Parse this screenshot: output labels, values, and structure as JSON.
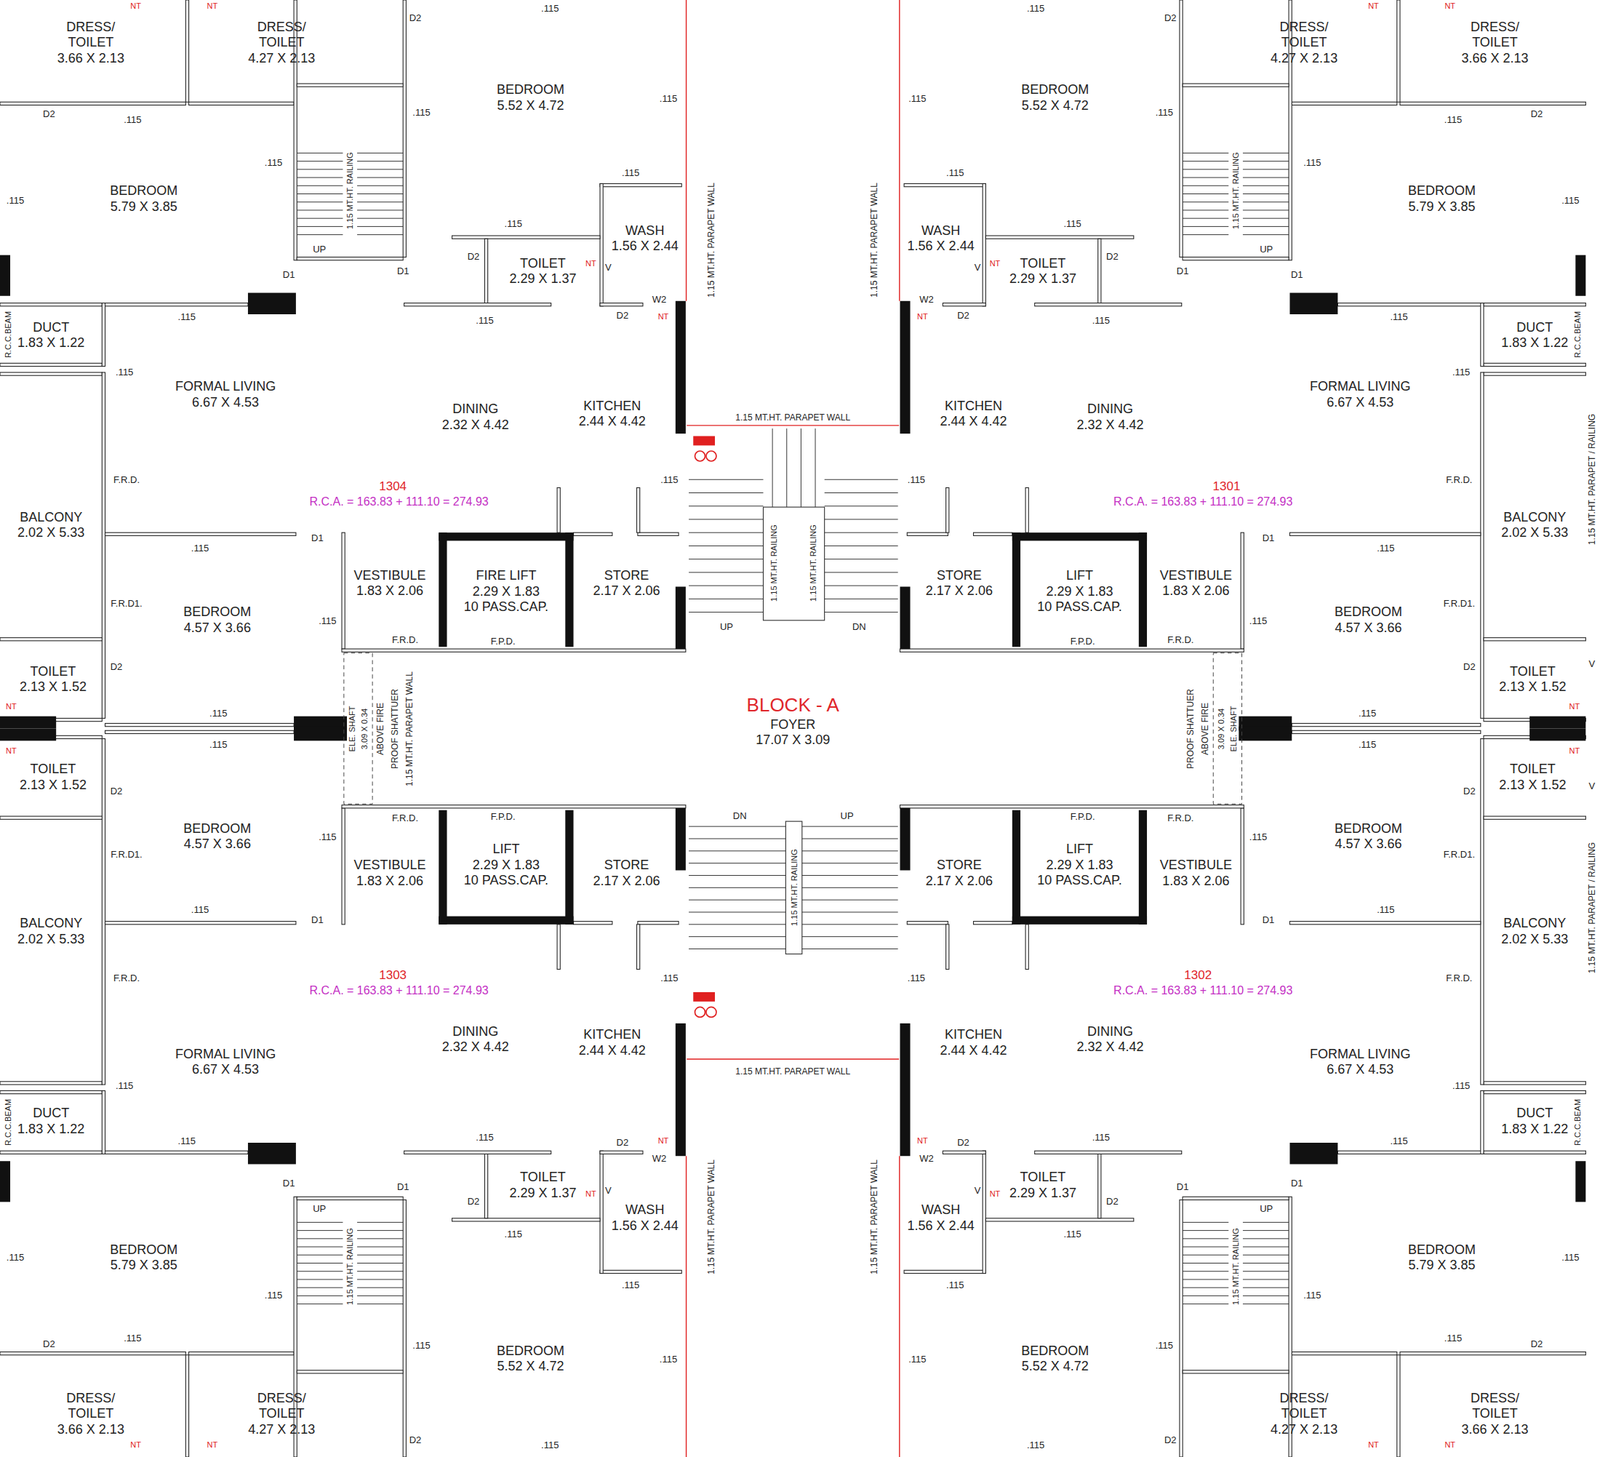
{
  "diagram": {
    "nodes": [
      {
        "text": [
          "DRESS/ TOILET",
          "3.66 X 2.13"
        ]
      },
      {
        "text": [
          "DRESS/ TOILET",
          "4.27 X 2.13"
        ]
      },
      {
        "text": [
          "BEDROOM",
          "5.52 X 4.72"
        ]
      },
      {
        "text": [
          "BEDROOM",
          "5.79 X 3.85"
        ]
      },
      {
        "text": [
          "WASH",
          "1.56 X 2.44"
        ]
      },
      {
        "text": [
          "TOILET",
          "2.29 X 1.37"
        ]
      },
      {
        "text": [
          "DUCT",
          "1.83 X 1.22"
        ]
      },
      {
        "text": [
          "FORMAL LIVING",
          "6.67 X 4.53"
        ]
      },
      {
        "text": [
          "DINING",
          "2.32 X 4.42"
        ]
      },
      {
        "text": [
          "KITCHEN",
          "2.44 X 4.42"
        ]
      },
      {
        "text": [
          "BALCONY",
          "2.02 X 5.33"
        ]
      },
      {
        "text": [
          "VESTIBULE",
          "1.83 X 2.06"
        ]
      },
      {
        "text": [
          "FIRE LIFT",
          "2.29 X 1.83",
          "10 PASS.CAP."
        ]
      },
      {
        "text": [
          "STORE",
          "2.17 X 2.06"
        ]
      },
      {
        "text": [
          "BEDROOM",
          "4.57 X 3.66"
        ]
      },
      {
        "text": [
          "TOILET",
          "2.13 X 1.52"
        ]
      },
      {
        "text": [
          "DRESS/ TOILET",
          "3.66 X 2.13"
        ]
      },
      {
        "text": [
          "DRESS/ TOILET",
          "4.27 X 2.13"
        ]
      },
      {
        "text": [
          "BEDROOM",
          "5.52 X 4.72"
        ]
      },
      {
        "text": [
          "BEDROOM",
          "5.79 X 3.85"
        ]
      },
      {
        "text": [
          "WASH",
          "1.56 X 2.44"
        ]
      },
      {
        "text": [
          "TOILET",
          "2.29 X 1.37"
        ]
      },
      {
        "text": [
          "DUCT",
          "1.83 X 1.22"
        ]
      },
      {
        "text": [
          "FORMAL LIVING",
          "6.67 X 4.53"
        ]
      },
      {
        "text": [
          "DINING",
          "2.32 X 4.42"
        ]
      },
      {
        "text": [
          "KITCHEN",
          "2.44 X 4.42"
        ]
      },
      {
        "text": [
          "BALCONY",
          "2.02 X 5.33"
        ]
      },
      {
        "text": [
          "VESTIBULE",
          "1.83 X 2.06"
        ]
      },
      {
        "text": [
          "LIFT",
          "2.29 X 1.83",
          "10 PASS.CAP."
        ]
      },
      {
        "text": [
          "STORE",
          "2.17 X 2.06"
        ]
      },
      {
        "text": [
          "BEDROOM",
          "4.57 X 3.66"
        ]
      },
      {
        "text": [
          "TOILET",
          "2.13 X 1.52"
        ]
      },
      {
        "text": [
          "BLOCK - A",
          "FOYER",
          "17.07 X 3.09"
        ]
      },
      {
        "text": [
          "DRESS/ TOILET",
          "3.66 X 2.13"
        ]
      },
      {
        "text": [
          "DRESS/ TOILET",
          "4.27 X 2.13"
        ]
      },
      {
        "text": [
          "BEDROOM",
          "5.52 X 4.72"
        ]
      },
      {
        "text": [
          "BEDROOM",
          "5.79 X 3.85"
        ]
      },
      {
        "text": [
          "WASH",
          "1.56 X 2.44"
        ]
      },
      {
        "text": [
          "TOILET",
          "2.29 X 1.37"
        ]
      },
      {
        "text": [
          "DUCT",
          "1.83 X 1.22"
        ]
      },
      {
        "text": [
          "FORMAL LIVING",
          "6.67 X 4.53"
        ]
      },
      {
        "text": [
          "DINING",
          "2.32 X 4.42"
        ]
      },
      {
        "text": [
          "KITCHEN",
          "2.44 X 4.42"
        ]
      },
      {
        "text": [
          "BALCONY",
          "2.02 X 5.33"
        ]
      },
      {
        "text": [
          "VESTIBULE",
          "1.83 X 2.06"
        ]
      },
      {
        "text": [
          "LIFT",
          "2.29 X 1.83",
          "10 PASS.CAP."
        ]
      },
      {
        "text": [
          "STORE",
          "2.17 X 2.06"
        ]
      },
      {
        "text": [
          "BEDROOM",
          "4.57 X 3.66"
        ]
      },
      {
        "text": [
          "TOILET",
          "2.13 X 1.52"
        ]
      },
      {
        "text": [
          "DRESS/ TOILET",
          "3.66 X 2.13"
        ]
      },
      {
        "text": [
          "DRESS/ TOILET",
          "4.27 X 2.13"
        ]
      },
      {
        "text": [
          "BEDROOM",
          "5.52 X 4.72"
        ]
      },
      {
        "text": [
          "BEDROOM",
          "5.79 X 3.85"
        ]
      },
      {
        "text": [
          "WASH",
          "1.56 X 2.44"
        ]
      },
      {
        "text": [
          "TOILET",
          "2.29 X 1.37"
        ]
      },
      {
        "text": [
          "DUCT",
          "1.83 X 1.22"
        ]
      },
      {
        "text": [
          "FORMAL LIVING",
          "6.67 X 4.53"
        ]
      },
      {
        "text": [
          "DINING",
          "2.32 X 4.42"
        ]
      },
      {
        "text": [
          "KITCHEN",
          "2.44 X 4.42"
        ]
      },
      {
        "text": [
          "BALCONY",
          "2.02 X 5.33"
        ]
      },
      {
        "text": [
          "VESTIBULE",
          "1.83 X 2.06"
        ]
      },
      {
        "text": [
          "LIFT",
          "2.29 X 1.83",
          "10 PASS.CAP."
        ]
      },
      {
        "text": [
          "STORE",
          "2.17 X 2.06"
        ]
      },
      {
        "text": [
          "BEDROOM",
          "4.57 X 3.66"
        ]
      },
      {
        "text": [
          "TOILET",
          "2.13 X 1.52"
        ]
      }
    ],
    "labels": [
      "NT",
      "NT",
      "D2",
      ".115",
      "D2",
      ".115",
      ".115",
      ".115",
      ".115",
      ".115",
      "UP",
      ".115",
      ".115",
      "D2",
      "NT",
      "V",
      "D1",
      "D1",
      "W2",
      "NT",
      "D2",
      ".115",
      ".115",
      ".115",
      ".115",
      "F.R.D.",
      "D1",
      ".115",
      "F.R.D1.",
      ".115",
      "F.R.D.",
      "F.P.D.",
      "D2",
      "NT",
      ".115",
      "1.15 MT.HT. PARAPET WALL",
      "1.15 MT.HT. RAILING",
      "R.C.C.BEAM",
      "ELE. SHAFT",
      "3.09 X 0.34",
      "ABOVE FIRE",
      "PROOF SHATTUER",
      "NT",
      "NT",
      "D2",
      ".115",
      "D2",
      ".115",
      ".115",
      ".115",
      ".115",
      ".115",
      "UP",
      ".115",
      ".115",
      "D2",
      "NT",
      "V",
      "D1",
      "D1",
      "W2",
      "NT",
      "D2",
      ".115",
      ".115",
      ".115",
      ".115",
      "F.R.D.",
      "D1",
      ".115",
      "F.R.D1.",
      ".115",
      "F.R.D.",
      "F.P.D.",
      "D2",
      "NT",
      ".115",
      "1.15 MT.HT. PARAPET WALL",
      "1.15 MT.HT. RAILING",
      "R.C.C.BEAM",
      "NT",
      "NT",
      "D2",
      ".115",
      "D2",
      ".115",
      ".115",
      ".115",
      ".115",
      ".115",
      "UP",
      ".115",
      ".115",
      "D2",
      "NT",
      "V",
      "D1",
      "D1",
      "W2",
      "NT",
      "D2",
      ".115",
      ".115",
      ".115",
      ".115",
      "F.R.D.",
      "D1",
      ".115",
      "F.R.D1.",
      ".115",
      "F.R.D.",
      "F.P.D.",
      "D2",
      "NT",
      ".115",
      "1.15 MT.HT. PARAPET WALL",
      "1.15 MT.HT. RAILING",
      "R.C.C.BEAM",
      "ELE. SHAFT",
      "3.09 X 0.34",
      "ABOVE FIRE",
      "PROOF SHATTUER",
      "NT",
      "NT",
      "D2",
      ".115",
      "D2",
      ".115",
      ".115",
      ".115",
      ".115",
      ".115",
      "UP",
      ".115",
      ".115",
      "D2",
      "NT",
      "V",
      "D1",
      "D1",
      "W2",
      "NT",
      "D2",
      ".115",
      ".115",
      ".115",
      ".115",
      "F.R.D.",
      "D1",
      ".115",
      "F.R.D1.",
      ".115",
      "F.R.D.",
      "F.P.D.",
      "D2",
      "NT",
      ".115",
      "1.15 MT.HT. PARAPET WALL",
      "1.15 MT.HT. RAILING",
      "R.C.C.BEAM",
      "1.15 MT.HT. PARAPET WALL",
      "1304",
      "R.C.A. = 163.83 + 111.10 = 274.93",
      "1301",
      "R.C.A. = 163.83 + 111.10 = 274.93",
      "1303",
      "R.C.A. = 163.83 + 111.10 = 274.93",
      "1302",
      "R.C.A. = 163.83 + 111.10 = 274.93",
      "1.15 MT.HT. PARAPET WALL",
      "1.15 MT.HT. PARAPET WALL",
      "UP",
      "DN",
      "1.15 MT.HT. RAILING",
      "1.15 MT.HT. RAILING",
      "DN",
      "UP",
      "1.15 MT.HT. RAILING",
      "1.15 MT.HT. PARAPET / RAILING",
      "1.15 MT.HT. PARAPET / RAILING",
      "V",
      "V"
    ]
  }
}
